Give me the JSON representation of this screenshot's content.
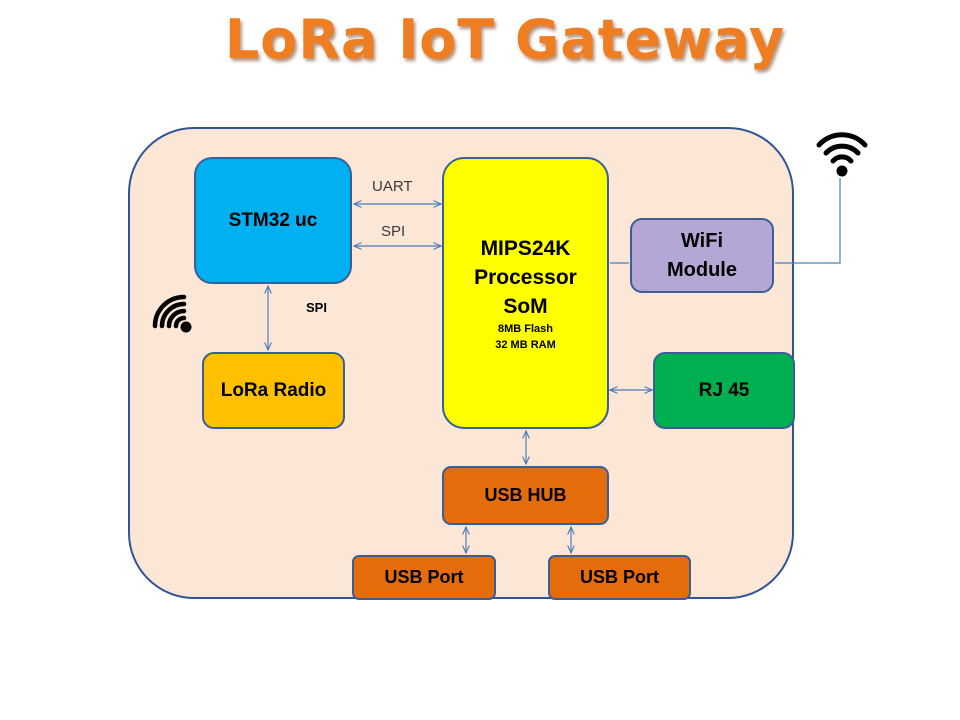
{
  "title": "LoRa IoT Gateway",
  "blocks": {
    "stm32": "STM32 uc",
    "lora_radio": "LoRa Radio",
    "processor": {
      "line1": "MIPS24K",
      "line2": "Processor",
      "line3": "SoM",
      "flash": "8MB Flash",
      "ram": "32 MB RAM"
    },
    "wifi_module": {
      "line1": "WiFi",
      "line2": "Module"
    },
    "rj45": "RJ 45",
    "usb_hub": "USB HUB",
    "usb_port_1": "USB Port",
    "usb_port_2": "USB Port"
  },
  "labels": {
    "uart": "UART",
    "spi_top": "SPI",
    "spi_side": "SPI"
  },
  "icons": {
    "antenna": "wifi-signal-icon",
    "lora_signal": "wireless-signal-icon"
  },
  "colors": {
    "title": "#ef7d22",
    "board_fill": "#fce6d6",
    "board_border": "#2f5597",
    "stm32": "#00b0f0",
    "lora_radio": "#ffc000",
    "processor": "#ffff00",
    "wifi_module": "#b4a7d6",
    "rj45": "#00b050",
    "usb": "#e46c0a",
    "connector": "#4a7ebb"
  }
}
